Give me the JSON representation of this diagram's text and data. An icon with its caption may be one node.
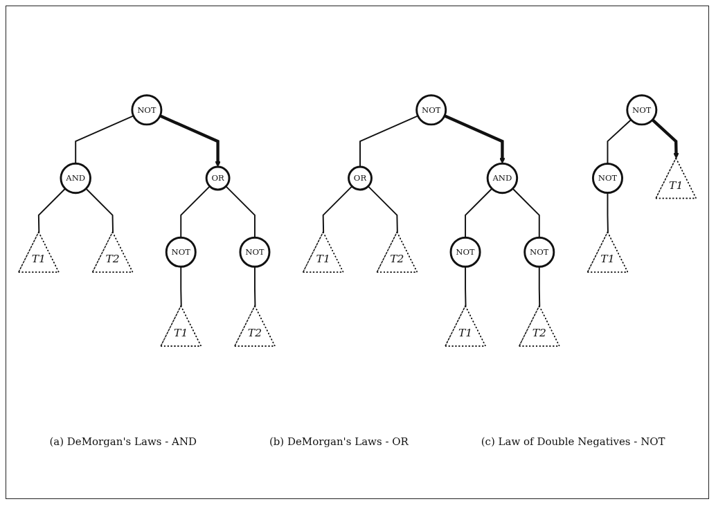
{
  "diagram": {
    "nodes": [
      {
        "text": [
          "NOT"
        ]
      },
      {
        "text": [
          "AND"
        ]
      },
      {
        "text": [
          "T1"
        ]
      },
      {
        "text": [
          "T2"
        ]
      },
      {
        "text": [
          "OR"
        ]
      },
      {
        "text": [
          "NOT"
        ]
      },
      {
        "text": [
          "NOT"
        ]
      },
      {
        "text": [
          "T1"
        ]
      },
      {
        "text": [
          "T2"
        ]
      },
      {
        "text": [
          "NOT"
        ]
      },
      {
        "text": [
          "OR"
        ]
      },
      {
        "text": [
          "T1"
        ]
      },
      {
        "text": [
          "T2"
        ]
      },
      {
        "text": [
          "AND"
        ]
      },
      {
        "text": [
          "NOT"
        ]
      },
      {
        "text": [
          "NOT"
        ]
      },
      {
        "text": [
          "T1"
        ]
      },
      {
        "text": [
          "T2"
        ]
      },
      {
        "text": [
          "NOT"
        ]
      },
      {
        "text": [
          "NOT"
        ]
      },
      {
        "text": [
          "T1"
        ]
      },
      {
        "text": [
          "T1"
        ]
      }
    ],
    "edges": [
      {
        "from": 0,
        "to": 1,
        "arrow": "none"
      },
      {
        "from": 1,
        "to": 2,
        "arrow": "none"
      },
      {
        "from": 1,
        "to": 3,
        "arrow": "none"
      },
      {
        "from": 0,
        "to": 4,
        "arrow": "to",
        "style": "thick"
      },
      {
        "from": 4,
        "to": 5,
        "arrow": "none"
      },
      {
        "from": 4,
        "to": 6,
        "arrow": "none"
      },
      {
        "from": 5,
        "to": 7,
        "arrow": "none"
      },
      {
        "from": 6,
        "to": 8,
        "arrow": "none"
      },
      {
        "from": 9,
        "to": 10,
        "arrow": "none"
      },
      {
        "from": 10,
        "to": 11,
        "arrow": "none"
      },
      {
        "from": 10,
        "to": 12,
        "arrow": "none"
      },
      {
        "from": 9,
        "to": 13,
        "arrow": "to",
        "style": "thick"
      },
      {
        "from": 13,
        "to": 14,
        "arrow": "none"
      },
      {
        "from": 13,
        "to": 15,
        "arrow": "none"
      },
      {
        "from": 14,
        "to": 16,
        "arrow": "none"
      },
      {
        "from": 15,
        "to": 17,
        "arrow": "none"
      },
      {
        "from": 18,
        "to": 19,
        "arrow": "none"
      },
      {
        "from": 19,
        "to": 20,
        "arrow": "none"
      },
      {
        "from": 18,
        "to": 21,
        "arrow": "to",
        "style": "thick"
      }
    ],
    "labels": [
      "(a) DeMorgan's Laws - AND",
      "(b) DeMorgan's Laws - OR",
      "(c) Law of Double Negatives - NOT"
    ]
  }
}
